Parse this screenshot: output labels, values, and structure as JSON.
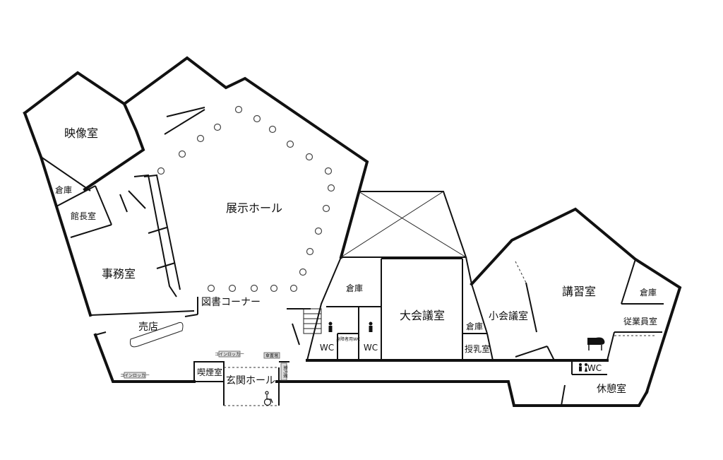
{
  "rooms": {
    "eizo": "映像室",
    "soko_nw": "倉庫",
    "kancho": "館長室",
    "jimu": "事務室",
    "baiten": "売店",
    "tenji": "展示ホール",
    "tosho": "図書コーナー",
    "soko_c": "倉庫",
    "wc_left": "WC",
    "wc_right": "WC",
    "wc_acc": "身障者用WC",
    "daikaigi": "大会議室",
    "soko_s": "倉庫",
    "junyu": "授乳室",
    "shokaigi": "小会議室",
    "koshu": "講習室",
    "soko_e": "倉庫",
    "jugyoin": "従業員室",
    "wc_east": "WC",
    "kyukei": "休憩室",
    "kitsuen": "喫煙室",
    "genkan": "玄関ホール"
  },
  "signs": {
    "coin_locker_1": "コインロッカー",
    "coin_locker_2": "コインロッカー",
    "umbrella": "傘置場",
    "notice": "案内板"
  }
}
